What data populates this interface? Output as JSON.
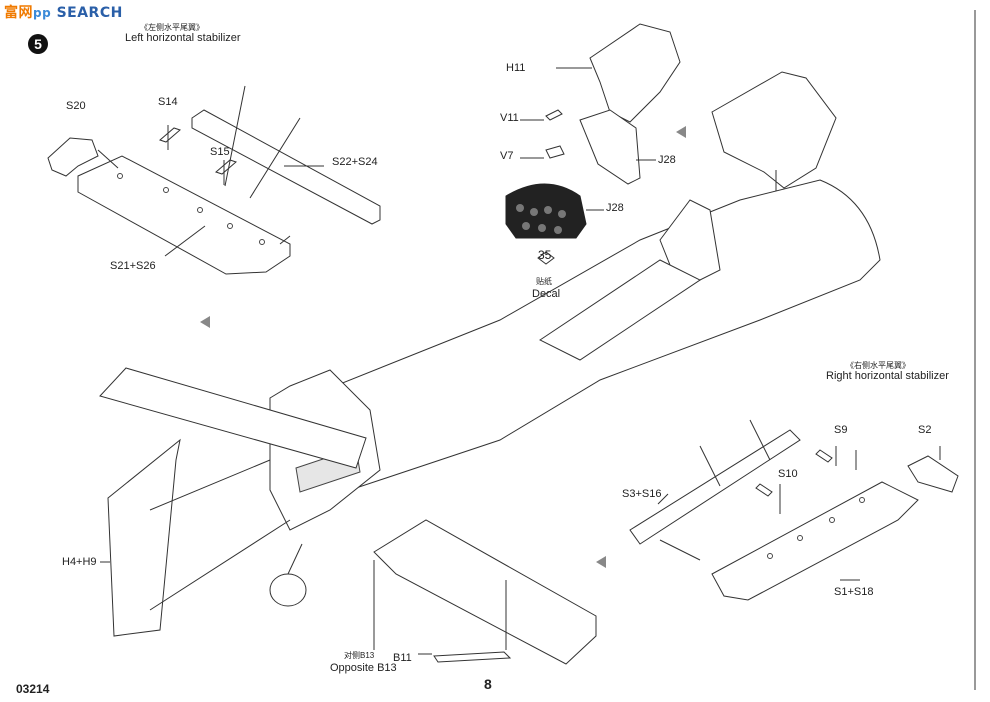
{
  "watermark": {
    "a": "富",
    "b": "网",
    "text": "SEARCH",
    "prefix": "pp"
  },
  "step": "5",
  "footer": {
    "code": "03214",
    "page": "8"
  },
  "left_stab": {
    "cn": "《左侧水平尾翼》",
    "en": "Left horizontal stabilizer"
  },
  "right_stab": {
    "cn": "《右侧水平尾翼》",
    "en": "Right horizontal stabilizer"
  },
  "labels": {
    "s20": "S20",
    "s14": "S14",
    "s15": "S15",
    "s22s24": "S22+S24",
    "s21s26": "S21+S26",
    "h11": "H11",
    "v11": "V11",
    "v7": "V7",
    "j28a": "J28",
    "j28b": "J28",
    "decal_num": "35",
    "decal_cn": "贴纸",
    "decal_en": "Decal",
    "h4h9": "H4+H9",
    "opp_cn": "对侧B13",
    "opp_en": "Opposite B13",
    "b11": "B11",
    "s9": "S9",
    "s2": "S2",
    "s10": "S10",
    "s3s16": "S3+S16",
    "s1s18": "S1+S18"
  }
}
